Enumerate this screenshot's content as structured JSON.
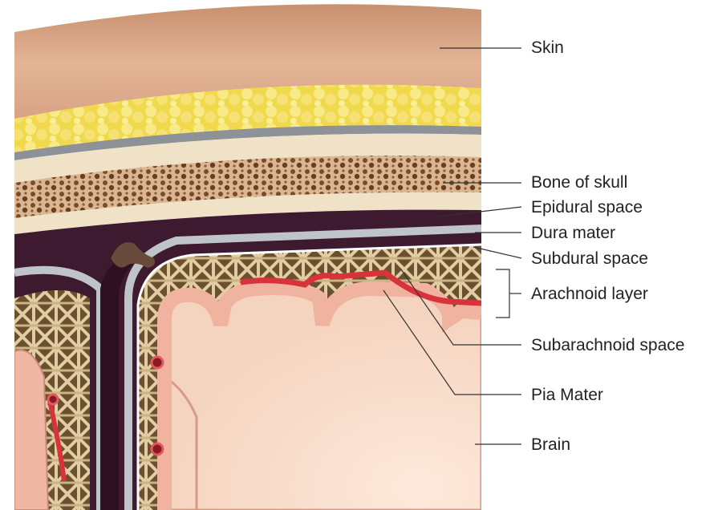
{
  "labels": {
    "skin": "Skin",
    "bone": "Bone of skull",
    "epidural": "Epidural space",
    "dura": "Dura mater",
    "subdural": "Subdural space",
    "arachnoid": "Arachnoid layer",
    "subarachnoid": "Subarachnoid space",
    "pia": "Pia Mater",
    "brain": "Brain"
  },
  "colors": {
    "skin": "#d9a888",
    "fat": "#f2dc55",
    "bone": "#ecdcbf",
    "dura": "#3a1a30",
    "membrane": "#b8bcc4",
    "arachnoid_fibers": "#d8c09a",
    "vessel": "#d8323a",
    "brain": "#f1b9a4"
  }
}
